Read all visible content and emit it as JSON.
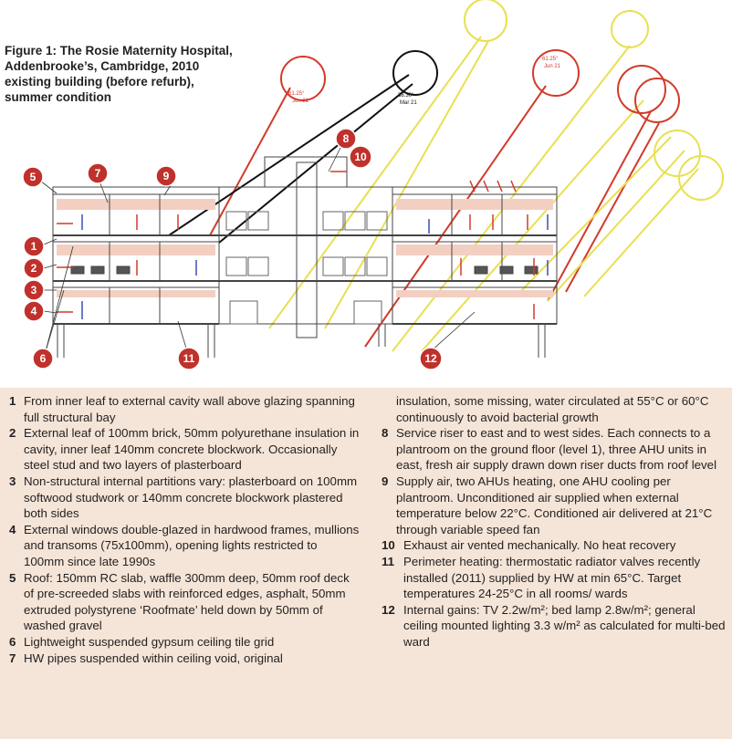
{
  "title": "Figure 1: The Rosie Maternity Hospital, Addenbrooke’s, Cambridge, 2010 existing building (before refurb), summer condition",
  "sun_labels": [
    {
      "angle": "61.25°",
      "date": "Jun 21"
    },
    {
      "angle": "38.30°",
      "date": "Mar 21"
    },
    {
      "angle": "61.25°",
      "date": "Jun 21"
    }
  ],
  "badges": [
    "5",
    "7",
    "9",
    "1",
    "2",
    "3",
    "4",
    "6",
    "8",
    "10",
    "11",
    "12"
  ],
  "colors": {
    "badge": "#c0312b",
    "legend_bg": "#f4e5d8",
    "sun_red": "#d23a2a",
    "sun_yellow": "#e8e050",
    "sun_black": "#111111"
  },
  "legend": {
    "left": [
      {
        "num": "1",
        "text": "From inner leaf to external cavity wall above glazing spanning full structural bay"
      },
      {
        "num": "2",
        "text": "External leaf of 100mm brick, 50mm polyurethane insulation in cavity, inner leaf 140mm concrete blockwork. Occasionally steel stud and two layers of plasterboard"
      },
      {
        "num": "3",
        "text": "Non-structural internal partitions vary: plasterboard on 100mm softwood studwork or 140mm concrete blockwork plastered both sides"
      },
      {
        "num": "4",
        "text": "External windows double-glazed in hardwood frames, mullions and transoms (75x100mm), opening lights restricted to 100mm since late 1990s"
      },
      {
        "num": "5",
        "text": "Roof: 150mm RC slab, waffle 300mm deep, 50mm roof deck of pre-screeded slabs with reinforced edges, asphalt, 50mm extruded polystyrene ‘Roofmate’ held down by 50mm of washed gravel"
      },
      {
        "num": "6",
        "text": "Lightweight suspended gypsum ceiling tile grid"
      },
      {
        "num": "7",
        "text": "HW pipes suspended within ceiling void, original"
      }
    ],
    "right_continuation": "insulation, some missing, water circulated at 55°C or 60°C continuously to avoid bacterial growth",
    "right": [
      {
        "num": "8",
        "text": "Service riser to east and to west sides. Each connects to a plantroom on the ground floor (level 1), three AHU units in east, fresh air supply drawn down riser ducts from roof level"
      },
      {
        "num": "9",
        "text": "Supply air, two AHUs heating, one AHU cooling per plantroom. Unconditioned air supplied when external temperature below 22°C. Conditioned air delivered at 21°C through variable speed fan"
      },
      {
        "num": "10",
        "text": "Exhaust air vented mechanically. No heat recovery"
      },
      {
        "num": "11",
        "text": "Perimeter heating: thermostatic radiator valves recently installed (2011) supplied by HW at min 65°C. Target temperatures 24-25°C in all rooms/ wards"
      },
      {
        "num": "12",
        "text": "Internal gains: TV 2.2w/m²; bed lamp 2.8w/m²; general ceiling mounted lighting 3.3 w/m² as calculated for multi-bed ward"
      }
    ]
  }
}
